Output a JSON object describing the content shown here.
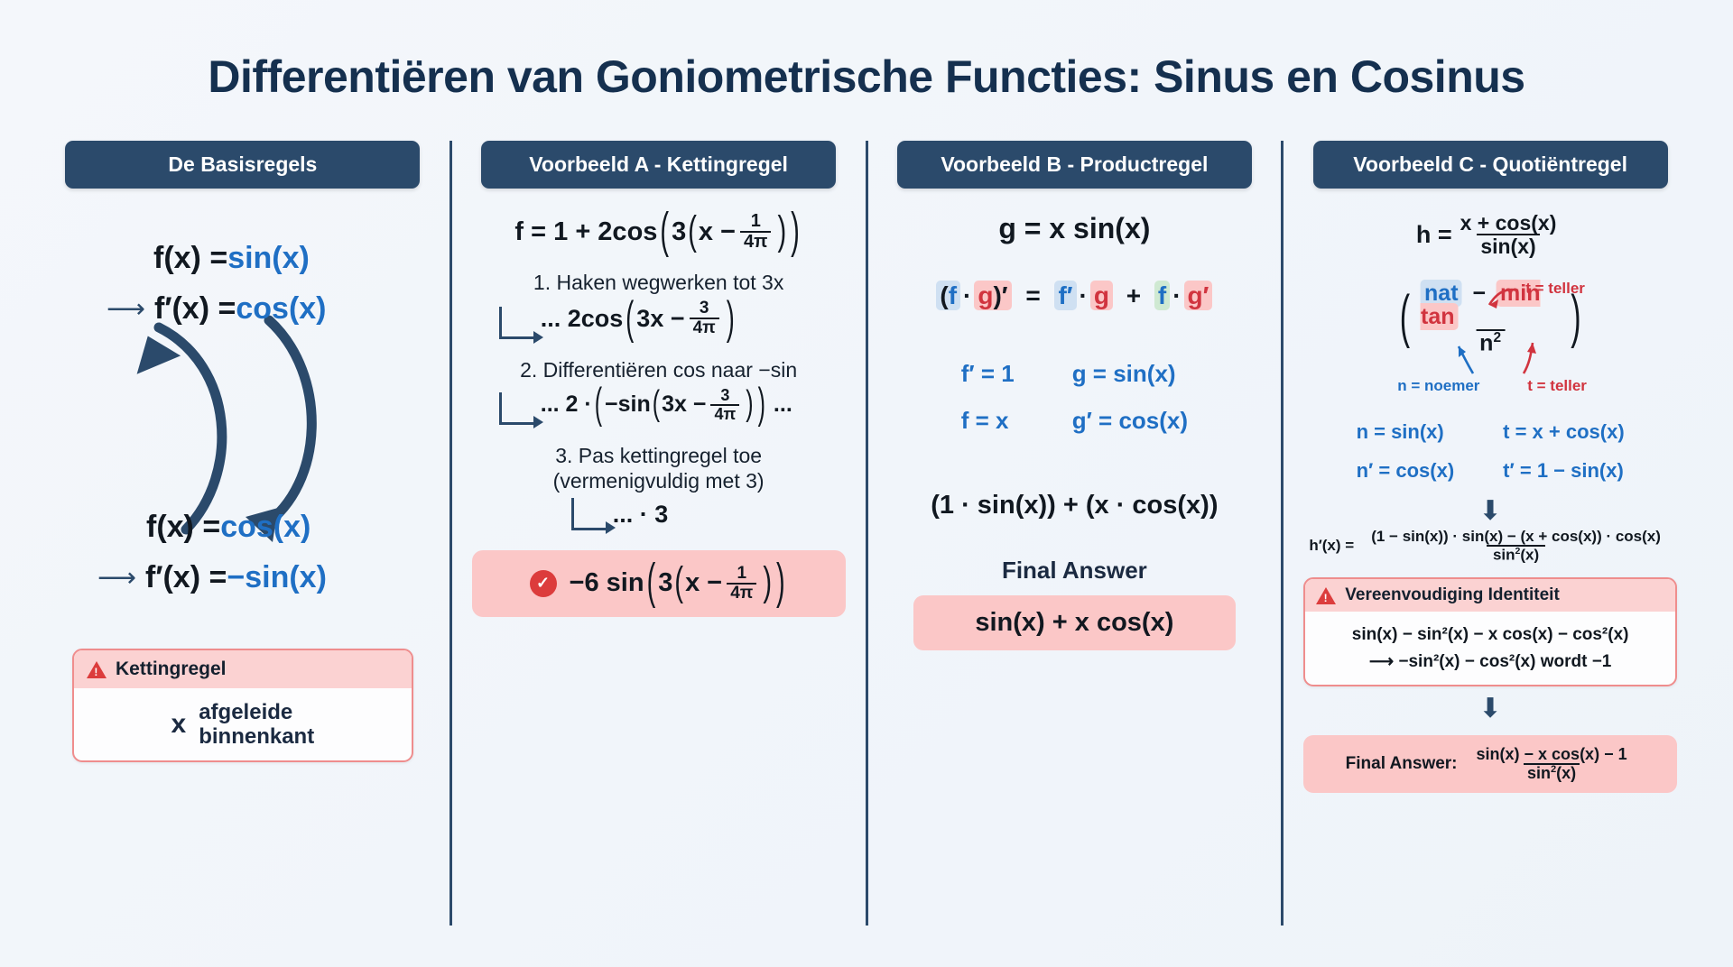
{
  "title": "Differentiëren van Goniometrische Functies: Sinus en Cosinus",
  "columns": [
    {
      "header": "De Basisregels",
      "cycle": {
        "line1": "f(x) = ",
        "line1_fn": "sin(x)",
        "line2": "f′(x) = ",
        "line2_fn": "cos(x)",
        "line3": "f(x) = ",
        "line3_fn": "cos(x)",
        "line4": "f′(x) = ",
        "line4_fn": "−sin(x)"
      },
      "warning": {
        "heading": "Kettingregel",
        "multiplier": "x",
        "text_line1": "afgeleide",
        "text_line2": "binnenkant"
      }
    },
    {
      "header": "Voorbeeld A - Kettingregel",
      "formula": {
        "lhs": "f = 1 + 2cos",
        "inner_prefix": "3",
        "inner_var": "x − ",
        "frac_num": "1",
        "frac_den": "4π"
      },
      "steps": [
        {
          "label": "1. Haken wegwerken tot 3x",
          "result_prefix": "... 2cos",
          "result_inner": "3x − ",
          "frac_num": "3",
          "frac_den": "4π"
        },
        {
          "label": "2. Differentiëren cos naar −sin",
          "result_prefix": "... 2 · ",
          "result_inner_fn": "−sin",
          "result_inner": "3x − ",
          "frac_num": "3",
          "frac_den": "4π",
          "result_suffix": "..."
        },
        {
          "label_line1": "3. Pas kettingregel toe",
          "label_line2": "(vermenigvuldig met 3)",
          "result": "... · 3"
        }
      ],
      "answer": {
        "prefix": "−6 sin",
        "inner_prefix": "3",
        "inner_var": "x − ",
        "frac_num": "1",
        "frac_den": "4π"
      }
    },
    {
      "header": "Voorbeeld B - Productregel",
      "formula": "g = x sin(x)",
      "product_rule": {
        "p1": "(",
        "f1": "f",
        "dot1": "·",
        "g1": "g",
        "p2": ")′",
        "eq": "=",
        "f2": "f′",
        "dot2": "·",
        "g2": "g",
        "plus": "+",
        "f3": "f",
        "dot3": "·",
        "g3": "g′"
      },
      "vars": {
        "left": [
          "f′ = 1",
          "f = x"
        ],
        "right": [
          "g = sin(x)",
          "g′ = cos(x)"
        ]
      },
      "result": "(1 · sin(x)) + (x · cos(x))",
      "final_label": "Final Answer",
      "final_answer": "sin(x) + x cos(x)"
    },
    {
      "header": "Voorbeeld C - Quotiëntregel",
      "formula": {
        "lhs": "h = ",
        "num": "x + cos(x)",
        "den": "sin(x)"
      },
      "scheme": {
        "nat": "nat",
        "minus": "−",
        "min_tan": "min tan",
        "den": "n",
        "den_sup": "2",
        "label_t_top": "t = teller",
        "label_n": "n = noemer",
        "label_t_bottom": "t = teller"
      },
      "vars": {
        "left": [
          "n = sin(x)",
          "n′ = cos(x)"
        ],
        "right": [
          "t = x + cos(x)",
          "t′ = 1 − sin(x)"
        ]
      },
      "hprime": {
        "lhs": "h′(x) =",
        "num": "(1 − sin(x)) · sin(x) − (x + cos(x)) · cos(x)",
        "den": "sin",
        "den_sup": "2",
        "den_tail": "(x)"
      },
      "simplify": {
        "heading": "Vereenvoudiging Identiteit",
        "line1": "sin(x) − sin²(x) − x cos(x) − cos²(x)",
        "line2": "⟶  −sin²(x) − cos²(x) wordt −1"
      },
      "final": {
        "label": "Final Answer:",
        "num": "sin(x) − x cos(x) − 1",
        "den": "sin",
        "den_sup": "2",
        "den_tail": "(x)"
      }
    }
  ],
  "colors": {
    "header_bg": "#2b4a6b",
    "accent_blue": "#1f6fc4",
    "accent_red": "#d1343f",
    "warn_bg": "#fbd2d2",
    "answer_bg": "#fbc7c7"
  }
}
